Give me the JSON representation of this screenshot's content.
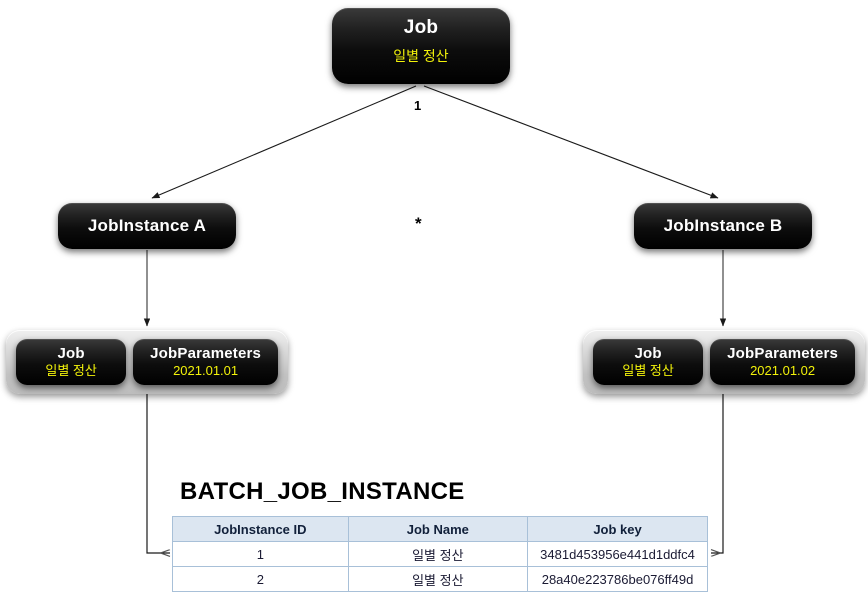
{
  "diagram": {
    "root": {
      "title": "Job",
      "subtitle": "일별 정산"
    },
    "instances": [
      {
        "label": "JobInstance A"
      },
      {
        "label": "JobInstance B"
      }
    ],
    "cardinality": {
      "one": "1",
      "many": "*"
    },
    "groups": [
      {
        "job": {
          "title": "Job",
          "subtitle": "일별 정산"
        },
        "params": {
          "title": "JobParameters",
          "subtitle": "2021.01.01"
        }
      },
      {
        "job": {
          "title": "Job",
          "subtitle": "일별 정산"
        },
        "params": {
          "title": "JobParameters",
          "subtitle": "2021.01.02"
        }
      }
    ]
  },
  "table": {
    "title": "BATCH_JOB_INSTANCE",
    "columns": [
      "JobInstance ID",
      "Job Name",
      "Job key"
    ],
    "rows": [
      [
        "1",
        "일별 정산",
        "3481d453956e441d1ddfc4"
      ],
      [
        "2",
        "일별 정산",
        "28a40e223786be076ff49d"
      ]
    ]
  },
  "colors": {
    "node_text": "#ffffff",
    "node_accent": "#f2f20a",
    "header_fill": "#dce6f1",
    "table_border": "#a8c0d8",
    "edge": "#1a1a1a"
  }
}
